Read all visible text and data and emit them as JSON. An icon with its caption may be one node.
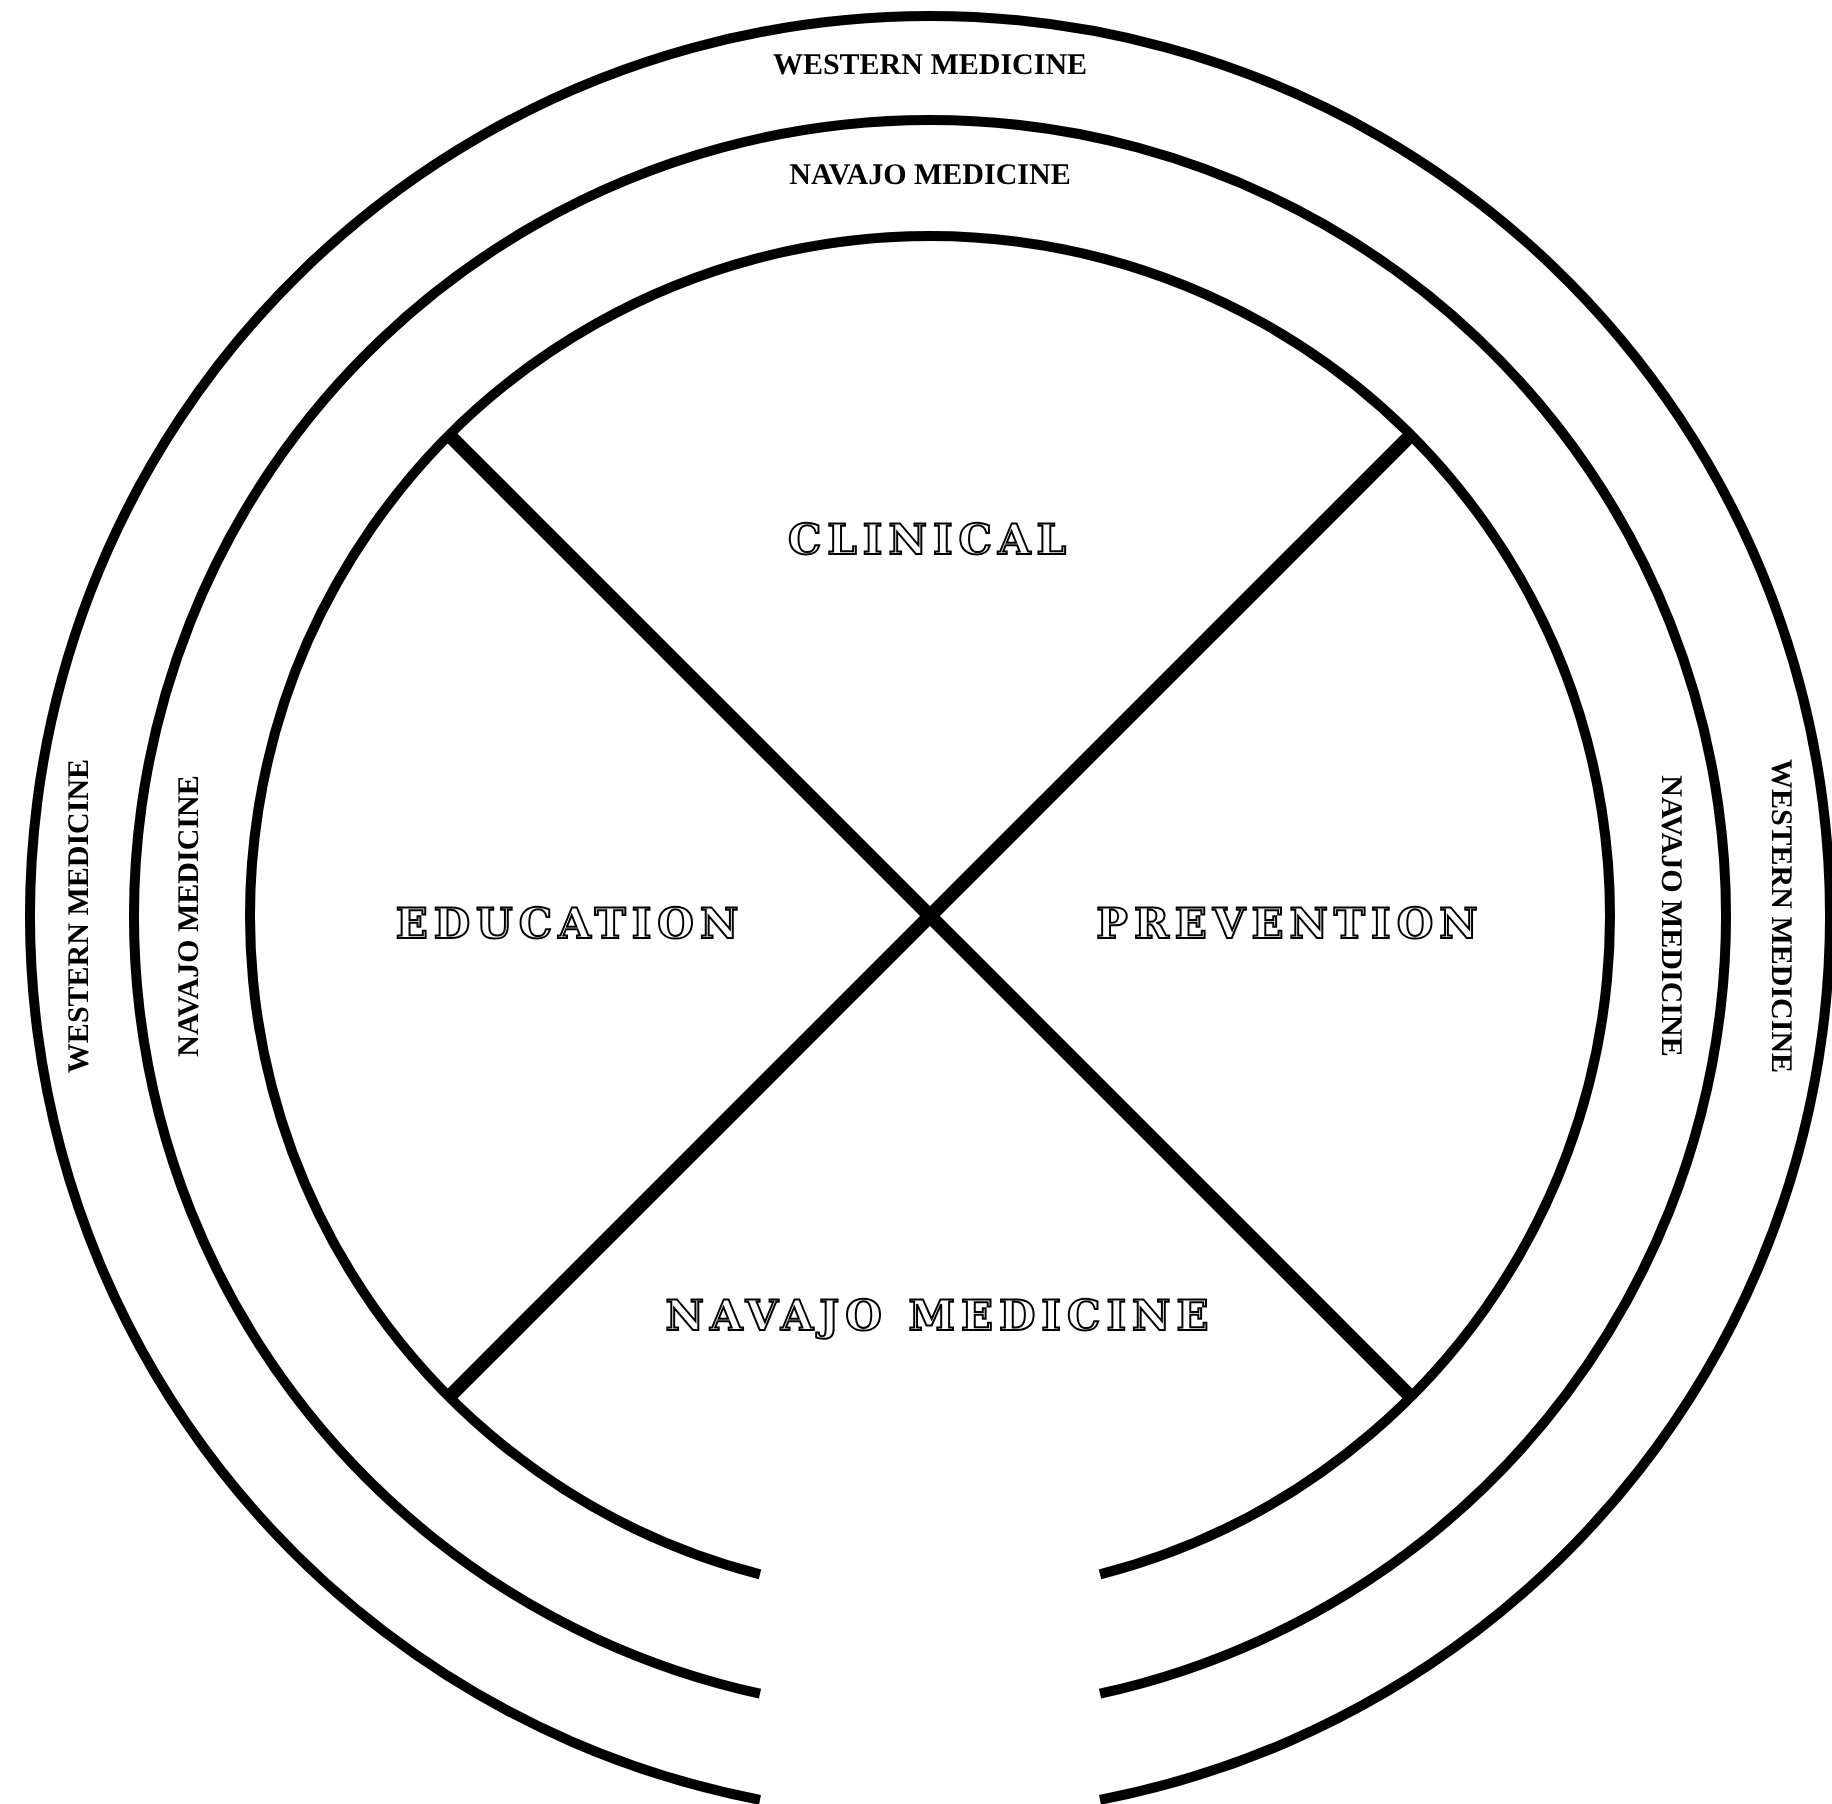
{
  "diagram": {
    "nodes": [
      {
        "text": [
          "WESTERN MEDICINE",
          "WESTERN MEDICINE",
          "WESTERN MEDICINE"
        ]
      },
      {
        "text": [
          "NAVAJO MEDICINE",
          "NAVAJO MEDICINE",
          "NAVAJO MEDICINE"
        ],
        "in": 0
      },
      {
        "text": [],
        "shape": "circle",
        "in": 1
      },
      {
        "text": [
          "CLINICAL"
        ],
        "in": 2
      },
      {
        "text": [
          "EDUCATION"
        ],
        "in": 2
      },
      {
        "text": [
          "PREVENTION"
        ],
        "in": 2
      },
      {
        "text": [
          "NAVAJO MEDICINE"
        ],
        "in": 2
      }
    ]
  }
}
